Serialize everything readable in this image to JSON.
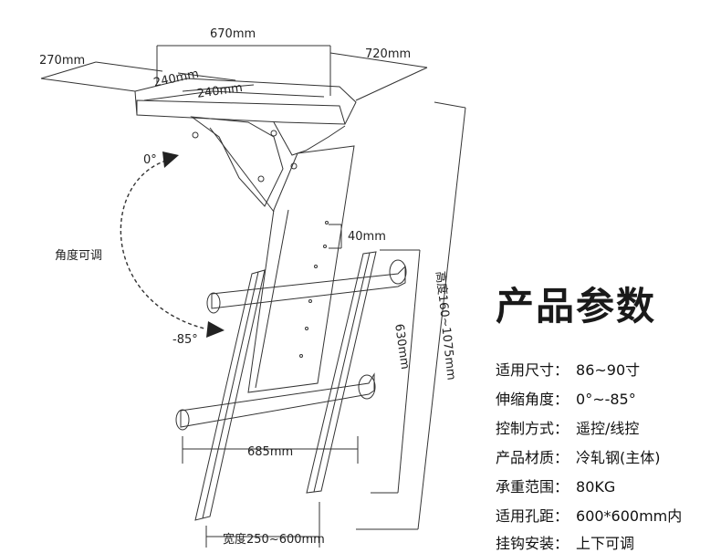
{
  "dimensions": {
    "top_width": "670mm",
    "left_depth": "270mm",
    "right_depth": "720mm",
    "plate_a": "240mm",
    "plate_b": "240mm",
    "hole_gap": "40mm",
    "rail_height": "630mm",
    "total_height": "高度160~1075mm",
    "rail_width": "685mm",
    "adjust_width": "宽度250~600mm"
  },
  "angles": {
    "top": "0°",
    "label": "角度可调",
    "bottom": "-85°"
  },
  "specs": {
    "title": "产品参数",
    "items": [
      {
        "key": "适用尺寸：",
        "value": "86~90寸"
      },
      {
        "key": "伸缩角度：",
        "value": "0°~-85°"
      },
      {
        "key": "控制方式：",
        "value": "遥控/线控"
      },
      {
        "key": "产品材质：",
        "value": "冷轧钢(主体)"
      },
      {
        "key": "承重范围：",
        "value": "80KG"
      },
      {
        "key": "适用孔距：",
        "value": "600*600mm内"
      },
      {
        "key": "挂钩安装：",
        "value": "上下可调"
      }
    ]
  }
}
